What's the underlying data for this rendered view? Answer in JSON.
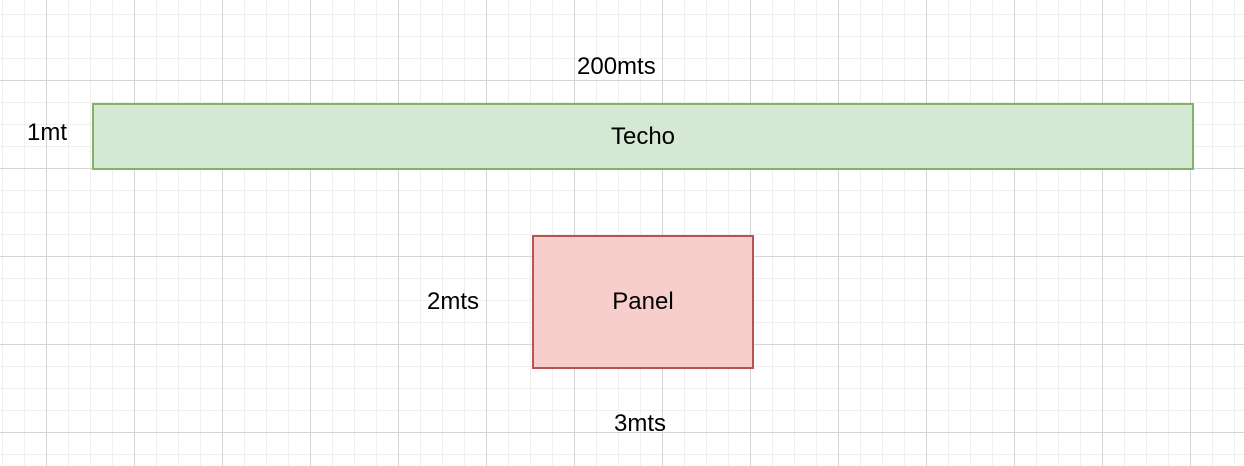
{
  "shapes": {
    "roof": {
      "label": "Techo",
      "fill": "#d5e8d4",
      "stroke": "#82b366"
    },
    "panel": {
      "label": "Panel",
      "fill": "#f8cecc",
      "stroke": "#b85450"
    }
  },
  "dimensions": {
    "roof_width": "200mts",
    "roof_height": "1mt",
    "panel_height": "2mts",
    "panel_width": "3mts"
  }
}
